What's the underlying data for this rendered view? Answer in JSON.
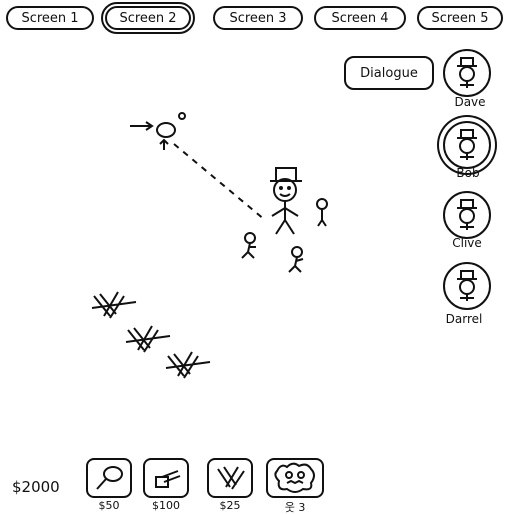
{
  "tabs": [
    {
      "label": "Screen 1"
    },
    {
      "label": "Screen 2",
      "active": true
    },
    {
      "label": "Screen 3"
    },
    {
      "label": "Screen 4"
    },
    {
      "label": "Screen 5"
    }
  ],
  "dialogue": {
    "label": "Dialogue"
  },
  "characters": [
    {
      "name": "Dave"
    },
    {
      "name": "Bob",
      "selected": true
    },
    {
      "name": "Clive"
    },
    {
      "name": "Darrel"
    }
  ],
  "shop": {
    "money": "$2000",
    "items": [
      {
        "icon": "torch-icon",
        "price": "$50"
      },
      {
        "icon": "cannon-icon",
        "price": "$100"
      },
      {
        "icon": "barricade-icon",
        "price": "$25"
      },
      {
        "icon": "monster-icon",
        "price": "3"
      }
    ]
  }
}
